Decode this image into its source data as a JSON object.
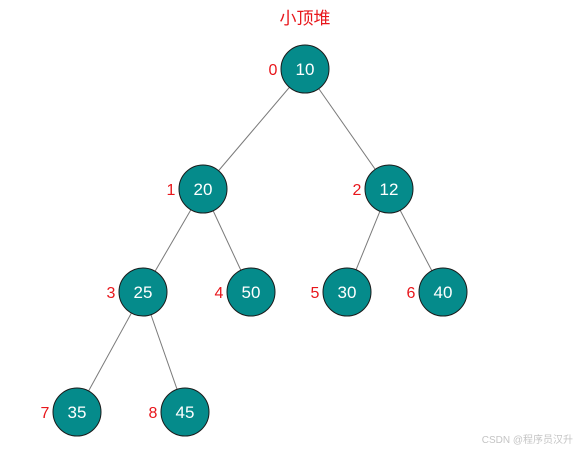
{
  "title": "小顶堆",
  "watermark": "CSDN @程序员汉升",
  "colors": {
    "node_fill": "#058b8b",
    "node_stroke": "#1a1a1a",
    "edge": "#7a7a7a",
    "index_label": "#e8161b",
    "title": "#e8161b",
    "value_text": "#ffffff"
  },
  "nodes": [
    {
      "index": "0",
      "value": "10"
    },
    {
      "index": "1",
      "value": "20"
    },
    {
      "index": "2",
      "value": "12"
    },
    {
      "index": "3",
      "value": "25"
    },
    {
      "index": "4",
      "value": "50"
    },
    {
      "index": "5",
      "value": "30"
    },
    {
      "index": "6",
      "value": "40"
    },
    {
      "index": "7",
      "value": "35"
    },
    {
      "index": "8",
      "value": "45"
    }
  ],
  "edges": [
    [
      "0",
      "1"
    ],
    [
      "0",
      "2"
    ],
    [
      "1",
      "3"
    ],
    [
      "1",
      "4"
    ],
    [
      "2",
      "5"
    ],
    [
      "2",
      "6"
    ],
    [
      "3",
      "7"
    ],
    [
      "3",
      "8"
    ]
  ]
}
